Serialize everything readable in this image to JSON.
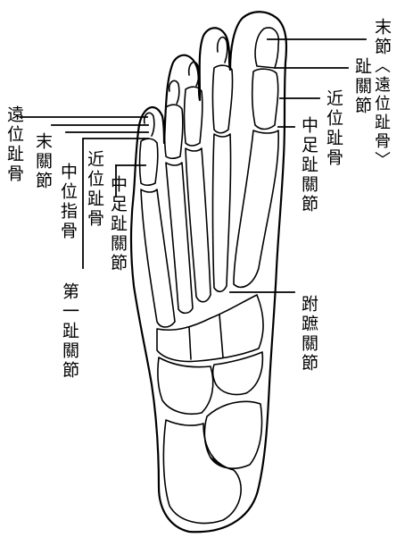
{
  "labels": {
    "distal_phalanx_joint": "末節",
    "distal_phalanx_paren": "〈遠位趾骨〉",
    "toe_joint": "趾關節",
    "proximal_phalanx_right": "近位趾骨",
    "middle_foot_toe_joint_right": "中足趾關節",
    "metatarsal_joint": "跗蹠關節",
    "distal_phalanx_left": "遠位趾骨",
    "distal_joint_left": "末關節",
    "middle_phalanx_left": "中位指骨",
    "proximal_phalanx_left": "近位趾骨",
    "middle_foot_toe_joint_left": "中足趾關節",
    "first_toe_joint": "第一趾關節"
  },
  "colors": {
    "ink": "#000000",
    "paper": "#ffffff"
  }
}
